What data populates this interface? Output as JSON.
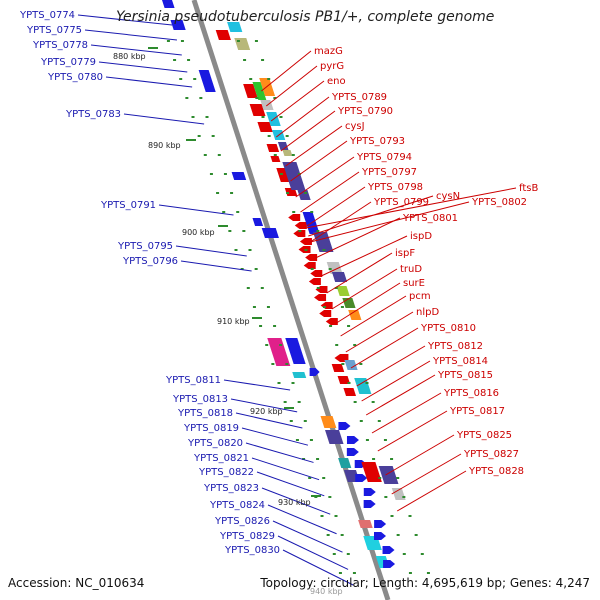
{
  "title": "Yersinia pseudotuberculosis PB1/+, complete genome",
  "footer": {
    "accession": "Accession: NC_010634",
    "summary": "Topology: circular; Length: 4,695,619 bp; Genes: 4,247"
  },
  "ticks": [
    {
      "label": "880 kbp"
    },
    {
      "label": "890 kbp"
    },
    {
      "label": "900 kbp"
    },
    {
      "label": "910 kbp"
    },
    {
      "label": "920 kbp"
    },
    {
      "label": "930 kbp"
    },
    {
      "label": "940 kbp"
    }
  ],
  "left_labels": [
    "YPTS_0774",
    "YPTS_0775",
    "YPTS_0778",
    "YPTS_0779",
    "YPTS_0780",
    "YPTS_0783",
    "YPTS_0791",
    "YPTS_0795",
    "YPTS_0796",
    "YPTS_0811",
    "YPTS_0813",
    "YPTS_0818",
    "YPTS_0819",
    "YPTS_0820",
    "YPTS_0821",
    "YPTS_0822",
    "YPTS_0823",
    "YPTS_0824",
    "YPTS_0826",
    "YPTS_0829",
    "YPTS_0830"
  ],
  "right_labels": [
    "mazG",
    "pyrG",
    "eno",
    "YPTS_0789",
    "YPTS_0790",
    "cysJ",
    "YPTS_0793",
    "YPTS_0794",
    "YPTS_0797",
    "YPTS_0798",
    "YPTS_0799",
    "cysN",
    "YPTS_0802",
    "ftsB",
    "YPTS_0801",
    "ispD",
    "ispF",
    "truD",
    "surE",
    "pcm",
    "nlpD",
    "YPTS_0810",
    "YPTS_0812",
    "YPTS_0814",
    "YPTS_0815",
    "YPTS_0816",
    "YPTS_0817",
    "YPTS_0825",
    "YPTS_0827",
    "YPTS_0828"
  ],
  "colors": {
    "backbone": "#8a8a8a",
    "forward": "#1a1ae0",
    "reverse": "#e00000",
    "left_label": "#1a1ab0",
    "right_label": "#cc0000",
    "tick": "#2e8b2e"
  }
}
